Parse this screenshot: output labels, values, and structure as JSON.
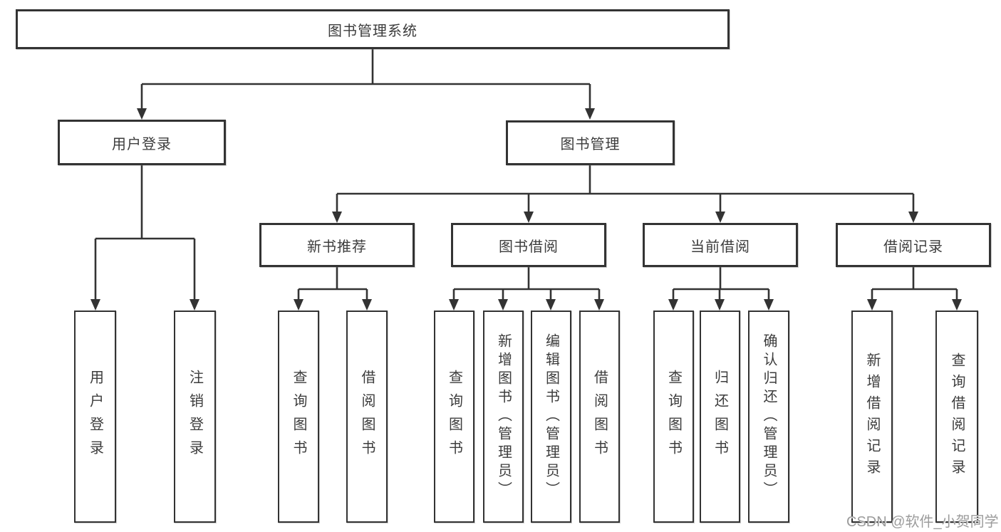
{
  "colors": {
    "line": "#333333",
    "box_border": "#333333",
    "text": "#3c3c3c",
    "watermark": "#9c9c9c",
    "background": "#ffffff"
  },
  "tree": {
    "label": "图书管理系统",
    "children": [
      {
        "label": "用户登录",
        "children": [
          {
            "label": "用户登录"
          },
          {
            "label": "注销登录"
          }
        ]
      },
      {
        "label": "图书管理",
        "children": [
          {
            "label": "新书推荐",
            "children": [
              {
                "label": "查询图书"
              },
              {
                "label": "借阅图书"
              }
            ]
          },
          {
            "label": "图书借阅",
            "children": [
              {
                "label": "查询图书"
              },
              {
                "label": "新增图书（管理员）"
              },
              {
                "label": "编辑图书（管理员）"
              },
              {
                "label": "借阅图书"
              }
            ]
          },
          {
            "label": "当前借阅",
            "children": [
              {
                "label": "查询图书"
              },
              {
                "label": "归还图书"
              },
              {
                "label": "确认归还（管理员）"
              }
            ]
          },
          {
            "label": "借阅记录",
            "children": [
              {
                "label": "新增借阅记录"
              },
              {
                "label": "查询借阅记录"
              }
            ]
          }
        ]
      }
    ]
  },
  "watermark": {
    "text": "CSDN @软件_小贺同学"
  }
}
